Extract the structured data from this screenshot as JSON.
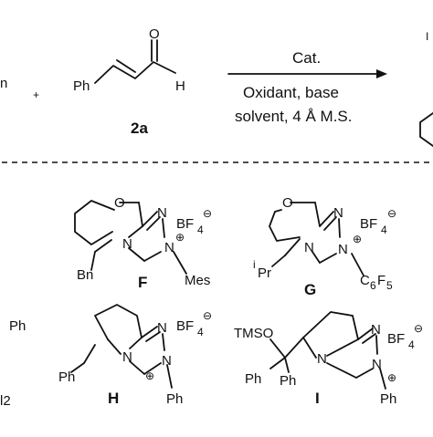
{
  "reaction": {
    "left_fragment": "n",
    "plus": "+",
    "reagent": {
      "ph": "Ph",
      "o": "O",
      "h": "H",
      "id": "2a"
    },
    "arrow_top": "Cat.",
    "arrow_bottom_1": "Oxidant, base",
    "arrow_bottom_2": "solvent, 4 Å M.S.",
    "right_edge_mark": "I"
  },
  "catalysts": {
    "left_cut_ph": "Ph",
    "left_cut_sub": "l2",
    "F": {
      "o": "O",
      "n1": "N",
      "n2": "N",
      "n3": "N",
      "plus": "⊕",
      "anion": "BF",
      "anion_sub": "4",
      "anion_charge": "⊖",
      "subst": "Bn",
      "n_sub": "Mes",
      "id": "F"
    },
    "G": {
      "o": "O",
      "n1": "N",
      "n2": "N",
      "n3": "N",
      "plus": "⊕",
      "anion": "BF",
      "anion_sub": "4",
      "anion_charge": "⊖",
      "subst_sup": "i",
      "subst": "Pr",
      "n_sub_a": "C",
      "n_sub_b": "6",
      "n_sub_c": "F",
      "n_sub_d": "5",
      "id": "G"
    },
    "H": {
      "n1": "N",
      "n2": "N",
      "n3": "N",
      "plus": "⊕",
      "anion": "BF",
      "anion_sub": "4",
      "anion_charge": "⊖",
      "subst": "Ph",
      "n_sub": "Ph",
      "id": "H"
    },
    "I": {
      "tmso": "TMSO",
      "ph1": "Ph",
      "ph2": "Ph",
      "n1": "N",
      "n2": "N",
      "n3": "N",
      "plus": "⊕",
      "anion": "BF",
      "anion_sub": "4",
      "anion_charge": "⊖",
      "n_sub": "Ph",
      "id": "I"
    }
  }
}
